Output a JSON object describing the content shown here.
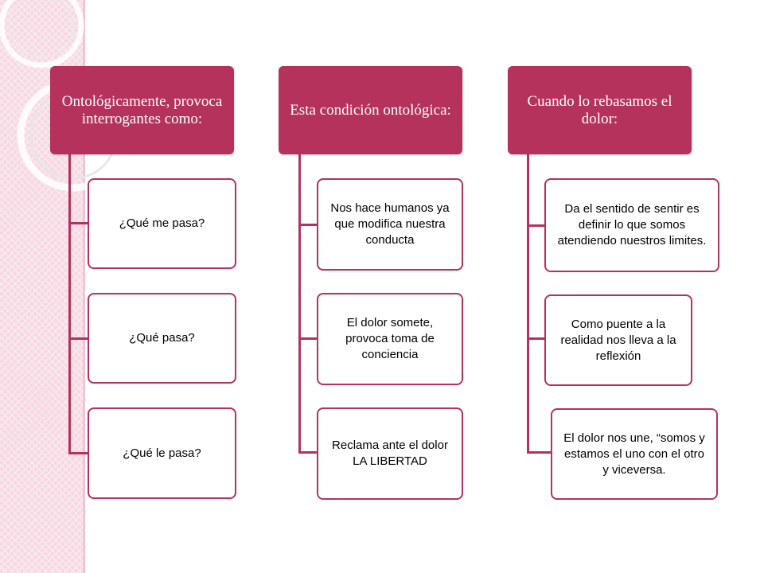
{
  "diagram": {
    "colors": {
      "accent": "#b5325d",
      "strip": "#f7d9e3",
      "text": "#000000"
    },
    "columns": [
      {
        "header": "Ontológicamente, provoca interrogantes como:",
        "items": [
          "¿Qué me pasa?",
          "¿Qué pasa?",
          "¿Qué le pasa?"
        ]
      },
      {
        "header": "Esta condición ontológica:",
        "items": [
          "Nos hace humanos ya que modifica nuestra conducta",
          "El dolor somete, provoca toma de conciencia",
          "Reclama ante el dolor LA LIBERTAD"
        ]
      },
      {
        "header": "Cuando lo rebasamos el dolor:",
        "items": [
          "Da el sentido de sentir es definir lo que somos atendiendo nuestros limites.",
          "Como puente a la realidad nos lleva a la reflexión",
          "El dolor nos une, “somos y estamos el uno con el otro y viceversa."
        ]
      }
    ]
  }
}
